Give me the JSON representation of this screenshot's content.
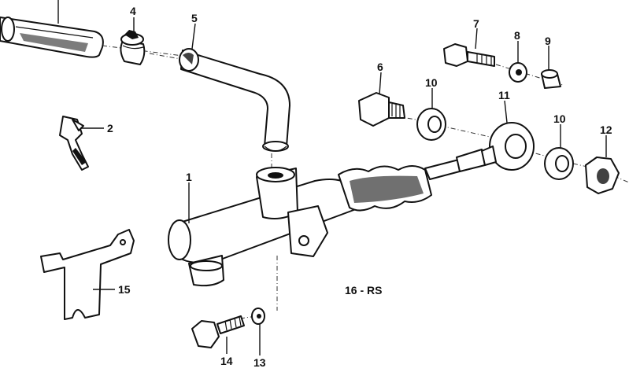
{
  "diagram": {
    "callouts": [
      {
        "id": "label-4",
        "text": "4"
      },
      {
        "id": "label-5",
        "text": "5"
      },
      {
        "id": "label-7",
        "text": "7"
      },
      {
        "id": "label-8",
        "text": "8"
      },
      {
        "id": "label-9",
        "text": "9"
      },
      {
        "id": "label-6",
        "text": "6"
      },
      {
        "id": "label-10a",
        "text": "10"
      },
      {
        "id": "label-11",
        "text": "11"
      },
      {
        "id": "label-10b",
        "text": "10"
      },
      {
        "id": "label-12",
        "text": "12"
      },
      {
        "id": "label-2",
        "text": "2"
      },
      {
        "id": "label-1",
        "text": "1"
      },
      {
        "id": "label-15",
        "text": "15"
      },
      {
        "id": "label-16",
        "text": "16 - RS"
      },
      {
        "id": "label-14",
        "text": "14"
      },
      {
        "id": "label-13",
        "text": "13"
      }
    ]
  }
}
